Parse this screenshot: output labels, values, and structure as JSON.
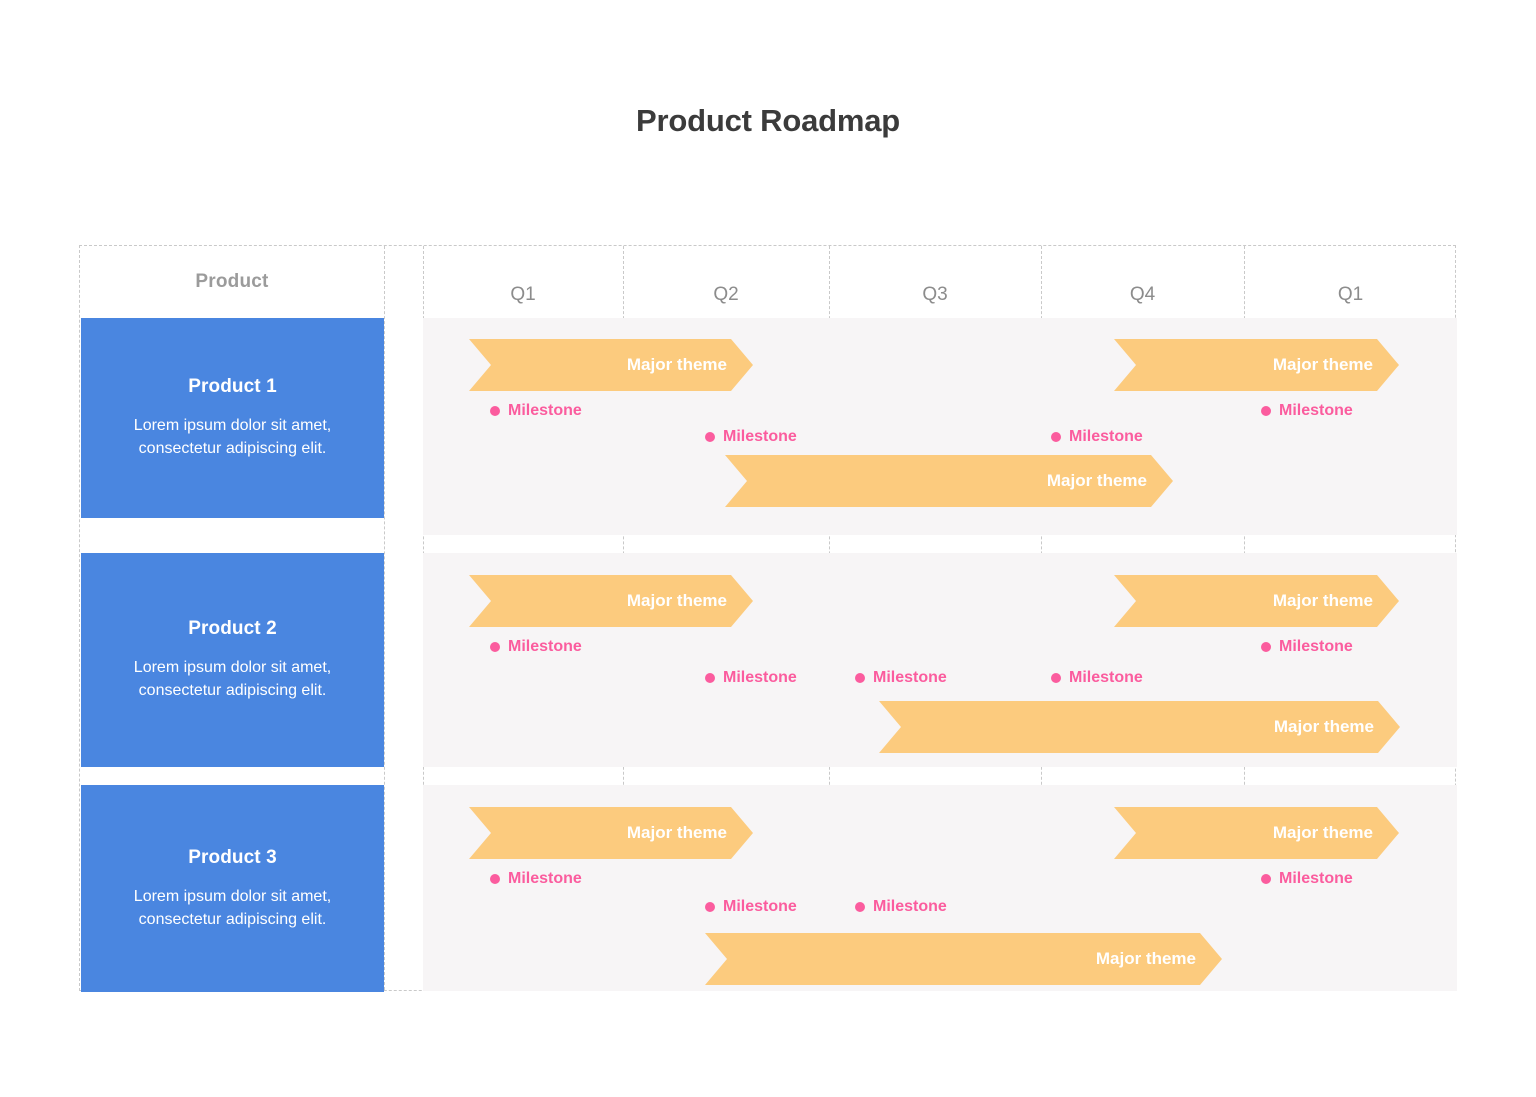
{
  "title": "Product Roadmap",
  "colors": {
    "product_card": "#4a86e0",
    "theme_bar": "#fccb7e",
    "milestone": "#fb5c9e",
    "band": "#f7f5f6",
    "grid": "#c9c9c9",
    "title_text": "#3b3b3b",
    "header_text": "#8c8c8c"
  },
  "header": {
    "product_label": "Product",
    "quarters": [
      "Q1",
      "Q2",
      "Q3",
      "Q4",
      "Q1"
    ]
  },
  "rows": [
    {
      "name": "Product 1",
      "description": "Lorem ipsum dolor sit amet, consectetur adipiscing elit.",
      "themes": [
        {
          "label": "Major theme"
        },
        {
          "label": "Major theme"
        },
        {
          "label": "Major theme"
        }
      ],
      "milestones": [
        {
          "label": "Milestone"
        },
        {
          "label": "Milestone"
        },
        {
          "label": "Milestone"
        },
        {
          "label": "Milestone"
        },
        {
          "label": "Milestone"
        }
      ]
    },
    {
      "name": "Product 2",
      "description": "Lorem ipsum dolor sit amet, consectetur adipiscing elit.",
      "themes": [
        {
          "label": "Major theme"
        },
        {
          "label": "Major theme"
        },
        {
          "label": "Major theme"
        }
      ],
      "milestones": [
        {
          "label": "Milestone"
        },
        {
          "label": "Milestone"
        },
        {
          "label": "Milestone"
        },
        {
          "label": "Milestone"
        },
        {
          "label": "Milestone"
        },
        {
          "label": "Milestone"
        }
      ]
    },
    {
      "name": "Product 3",
      "description": "Lorem ipsum dolor sit amet, consectetur adipiscing elit.",
      "themes": [
        {
          "label": "Major theme"
        },
        {
          "label": "Major theme"
        },
        {
          "label": "Major theme"
        }
      ],
      "milestones": [
        {
          "label": "Milestone"
        },
        {
          "label": "Milestone"
        },
        {
          "label": "Milestone"
        },
        {
          "label": "Milestone"
        },
        {
          "label": "Milestone"
        }
      ]
    }
  ],
  "chart_data": {
    "type": "table",
    "title": "Product Roadmap",
    "categories": [
      "Q1",
      "Q2",
      "Q3",
      "Q4",
      "Q1"
    ],
    "xlabel": "",
    "ylabel": "Product",
    "grid": true,
    "legend": "none",
    "series": [
      {
        "name": "Product 1",
        "themes": [
          {
            "label": "Major theme",
            "start_q": "Q1",
            "end_q": "Q2",
            "lane": 0
          },
          {
            "label": "Major theme",
            "start_q": "Q4",
            "end_q": "Q1",
            "lane": 0
          },
          {
            "label": "Major theme",
            "start_q": "Q2",
            "end_q": "Q4",
            "lane": 1
          }
        ],
        "milestones": [
          {
            "label": "Milestone",
            "quarter": "Q1",
            "lane": 0
          },
          {
            "label": "Milestone",
            "quarter": "Q1-next",
            "lane": 0
          },
          {
            "label": "Milestone",
            "quarter": "Q2",
            "lane": 1
          },
          {
            "label": "Milestone",
            "quarter": "Q4",
            "lane": 1
          },
          {
            "label": "Milestone",
            "quarter": "Q1-next",
            "lane": 0
          }
        ]
      },
      {
        "name": "Product 2",
        "themes": [
          {
            "label": "Major theme",
            "start_q": "Q1",
            "end_q": "Q2",
            "lane": 0
          },
          {
            "label": "Major theme",
            "start_q": "Q4",
            "end_q": "Q1",
            "lane": 0
          },
          {
            "label": "Major theme",
            "start_q": "Q3",
            "end_q": "Q1",
            "lane": 1
          }
        ],
        "milestones": [
          {
            "label": "Milestone",
            "quarter": "Q1",
            "lane": 0
          },
          {
            "label": "Milestone",
            "quarter": "Q1-next",
            "lane": 0
          },
          {
            "label": "Milestone",
            "quarter": "Q2",
            "lane": 1
          },
          {
            "label": "Milestone",
            "quarter": "Q3",
            "lane": 1
          },
          {
            "label": "Milestone",
            "quarter": "Q4",
            "lane": 1
          }
        ]
      },
      {
        "name": "Product 3",
        "themes": [
          {
            "label": "Major theme",
            "start_q": "Q1",
            "end_q": "Q2",
            "lane": 0
          },
          {
            "label": "Major theme",
            "start_q": "Q4",
            "end_q": "Q1",
            "lane": 0
          },
          {
            "label": "Major theme",
            "start_q": "Q2",
            "end_q": "Q4",
            "lane": 1
          }
        ],
        "milestones": [
          {
            "label": "Milestone",
            "quarter": "Q1",
            "lane": 0
          },
          {
            "label": "Milestone",
            "quarter": "Q1-next",
            "lane": 0
          },
          {
            "label": "Milestone",
            "quarter": "Q2",
            "lane": 1
          },
          {
            "label": "Milestone",
            "quarter": "Q3",
            "lane": 1
          }
        ]
      }
    ]
  }
}
